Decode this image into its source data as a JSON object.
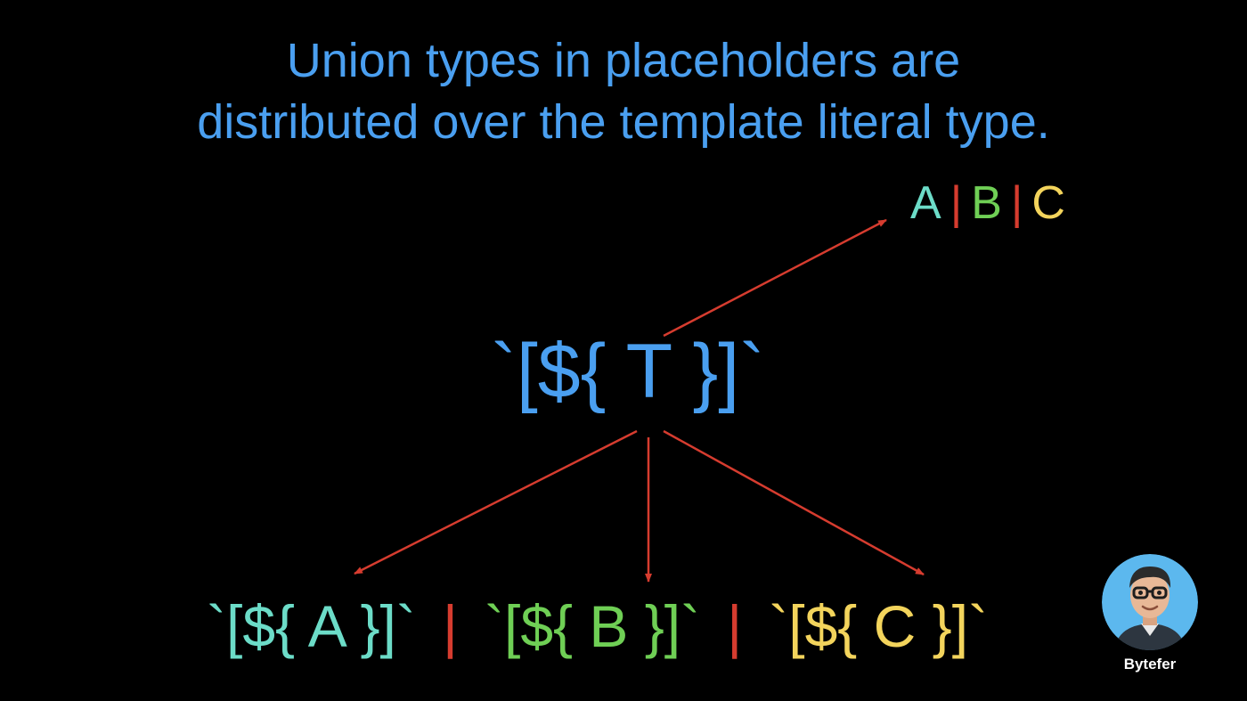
{
  "title": {
    "line1": "Union types in placeholders are",
    "line2": "distributed over the template literal type."
  },
  "union": {
    "a": "A",
    "sep1": "|",
    "b": "B",
    "sep2": "|",
    "c": "C"
  },
  "center_template": "`[${ T }]`",
  "results": {
    "a": "`[${ A }]`",
    "sep1": "|",
    "b": "`[${ B }]`",
    "sep2": "|",
    "c": "`[${ C }]`"
  },
  "brand": {
    "name": "Bytefer"
  },
  "colors": {
    "background": "#000000",
    "title": "#4a9ff0",
    "template": "#4a9ff0",
    "a": "#6cdcc8",
    "b": "#6fcf55",
    "c": "#f3d45c",
    "separator": "#d63c2f",
    "arrow": "#d63c2f",
    "avatar_bg": "#5cb8ee"
  }
}
